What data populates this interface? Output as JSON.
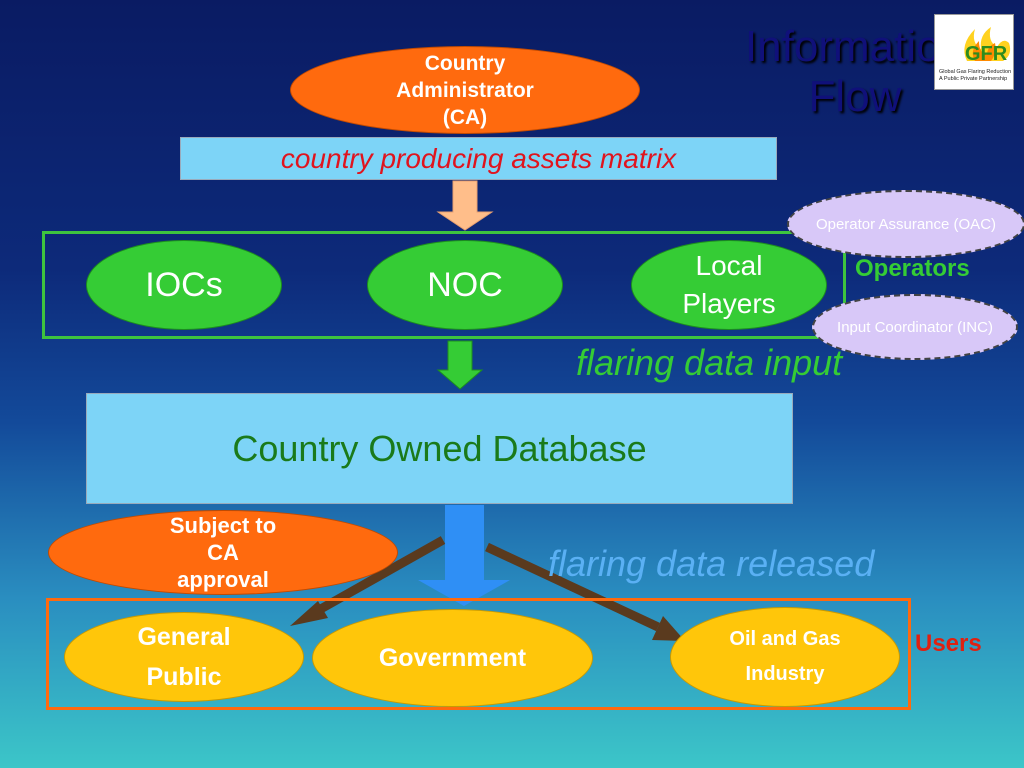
{
  "title": "Information\nFlow",
  "logo": {
    "text": "GFR",
    "subtitle": "Global Gas Flaring Reduction\nA Public Private Partnership"
  },
  "country_administrator": "Country\nAdministrator\n(CA)",
  "assets_matrix": "country producing assets matrix",
  "operators": {
    "group_label": "Operators",
    "items": [
      "IOCs",
      "NOC",
      "Local\nPlayers"
    ]
  },
  "operator_assurance": "Operator Assurance (OAC)",
  "input_coordinator": "Input Coordinator (INC)",
  "flaring_data_input": "flaring data input",
  "database": "Country Owned Database",
  "subject_to_approval": "Subject to\nCA\napproval",
  "flaring_data_released": "flaring data released",
  "users": {
    "group_label": "Users",
    "items": [
      "General\nPublic",
      "Government",
      "Oil and Gas\nIndustry"
    ]
  },
  "colors": {
    "orange": "#ff6a0e",
    "light_blue": "#7dd4f7",
    "green": "#35cc35",
    "yellow": "#ffc60a",
    "red_text": "#e0141e",
    "title": "#10107a",
    "released_text": "#5ab0f4"
  }
}
